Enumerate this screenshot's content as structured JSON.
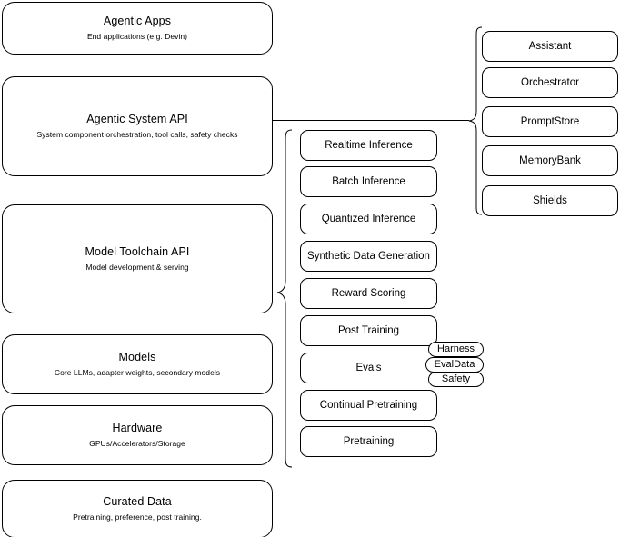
{
  "diagram": {
    "title": "Agentic AI stack layers",
    "colors": {
      "background": "#ffffff",
      "stroke": "#000000",
      "text": "#000000"
    },
    "stack": [
      {
        "name": "agentic-apps",
        "title": "Agentic Apps",
        "subtitle": "End applications (e.g. Devin)"
      },
      {
        "name": "agentic-system-api",
        "title": "Agentic System API",
        "subtitle": "System component orchestration, tool calls, safety checks"
      },
      {
        "name": "model-toolchain-api",
        "title": "Model Toolchain API",
        "subtitle": "Model development & serving"
      },
      {
        "name": "models",
        "title": "Models",
        "subtitle": "Core LLMs, adapter weights, secondary models"
      },
      {
        "name": "hardware",
        "title": "Hardware",
        "subtitle": "GPUs/Accelerators/Storage"
      },
      {
        "name": "curated-data",
        "title": "Curated Data",
        "subtitle": "Pretraining, preference, post training."
      }
    ],
    "toolchain_components": [
      {
        "name": "realtime-inference",
        "label": "Realtime Inference"
      },
      {
        "name": "batch-inference",
        "label": "Batch Inference"
      },
      {
        "name": "quantized-inference",
        "label": "Quantized Inference"
      },
      {
        "name": "synthetic-data-generation",
        "label": "Synthetic Data Generation"
      },
      {
        "name": "reward-scoring",
        "label": "Reward Scoring"
      },
      {
        "name": "post-training",
        "label": "Post Training"
      },
      {
        "name": "evals",
        "label": "Evals"
      },
      {
        "name": "continual-pretraining",
        "label": "Continual Pretraining"
      },
      {
        "name": "pretraining",
        "label": "Pretraining"
      }
    ],
    "evals_subcomponents": [
      {
        "name": "harness",
        "label": "Harness"
      },
      {
        "name": "evaldata",
        "label": "EvalData"
      },
      {
        "name": "safety",
        "label": "Safety"
      }
    ],
    "system_components": [
      {
        "name": "assistant",
        "label": "Assistant"
      },
      {
        "name": "orchestrator",
        "label": "Orchestrator"
      },
      {
        "name": "promptstore",
        "label": "PromptStore"
      },
      {
        "name": "memorybank",
        "label": "MemoryBank"
      },
      {
        "name": "shields",
        "label": "Shields"
      }
    ]
  }
}
